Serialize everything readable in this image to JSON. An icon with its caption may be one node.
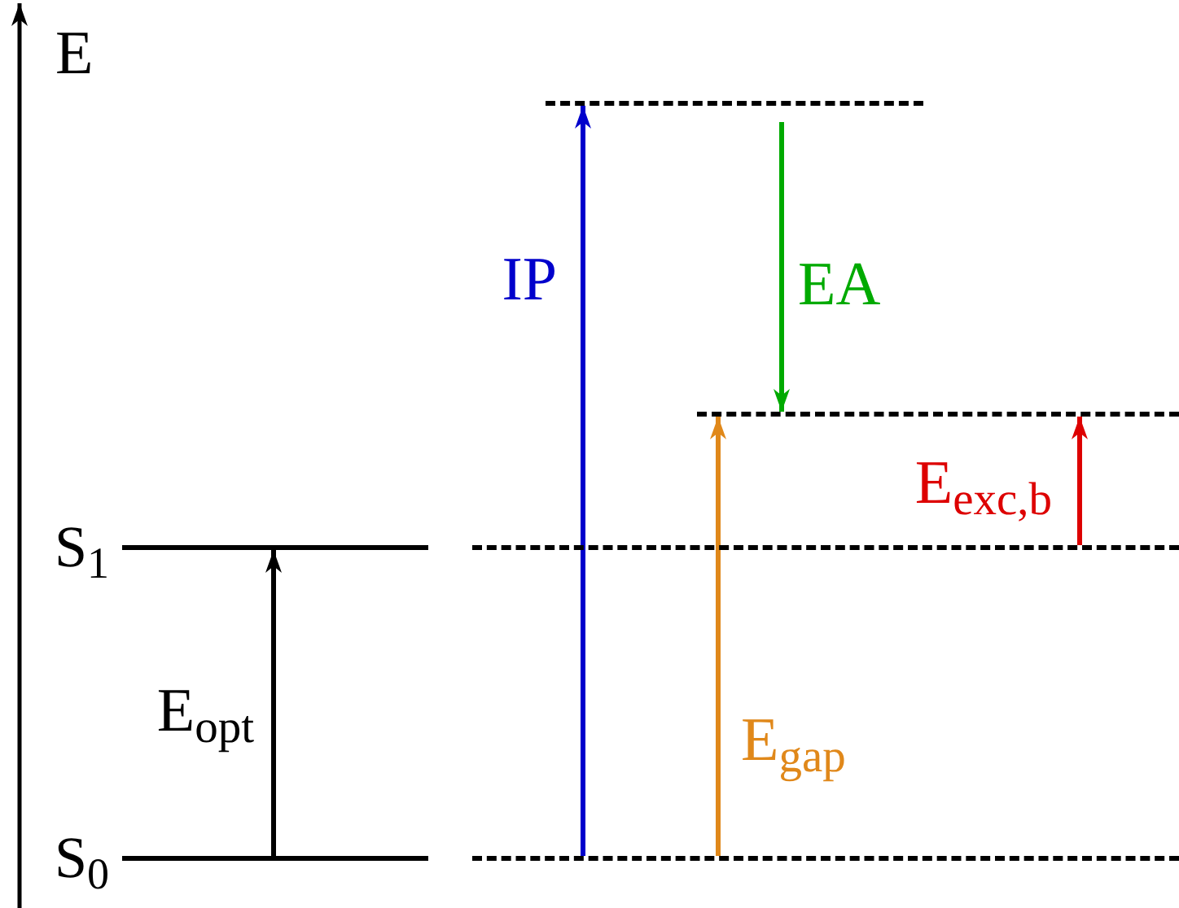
{
  "diagram": {
    "nodes": [
      {
        "text": [],
        "shape": "bar",
        "beside": [
          "S$_{1}$"
        ]
      },
      {
        "text": [],
        "shape": "bar",
        "beside": [
          "S$_{0}$"
        ]
      },
      {
        "text": [],
        "shape": "bar"
      },
      {
        "text": [],
        "shape": "bar"
      },
      {
        "text": [],
        "shape": "bar"
      },
      {
        "text": [],
        "shape": "bar"
      }
    ],
    "edges": [
      {
        "from": 1,
        "to": 0,
        "arrow": "to",
        "label": "E$_{opt}$"
      },
      {
        "from": 5,
        "to": 2,
        "arrow": "to",
        "label": "IP",
        "color": "#0000cc"
      },
      {
        "from": 2,
        "to": 3,
        "arrow": "to",
        "label": "EA",
        "color": "#00aa00"
      },
      {
        "from": 5,
        "to": 3,
        "arrow": "to",
        "label": "E$_{gap}$",
        "color": "#e0881a"
      },
      {
        "from": 4,
        "to": 3,
        "arrow": "to",
        "label": "E$_{exc,b}$",
        "color": "#dd0000"
      }
    ],
    "labels": [
      "E"
    ]
  }
}
